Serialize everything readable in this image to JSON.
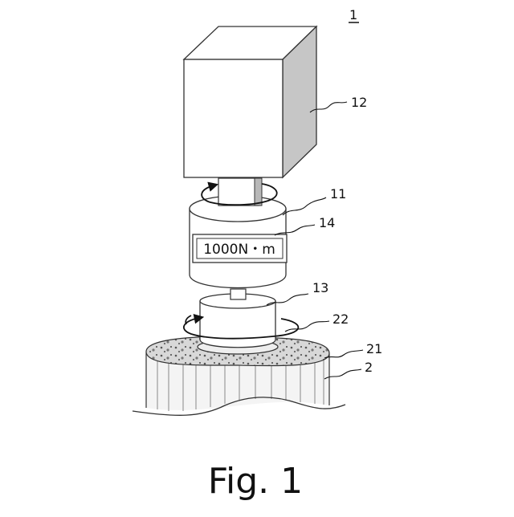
{
  "figure": {
    "number_label": "1",
    "caption": "Fig. 1",
    "display_reading": "1000N・m",
    "refs": {
      "motor": "12",
      "torque_sensor": "11",
      "display": "14",
      "socket": "13",
      "rotation": "22",
      "top_surface": "21",
      "base": "2"
    }
  }
}
